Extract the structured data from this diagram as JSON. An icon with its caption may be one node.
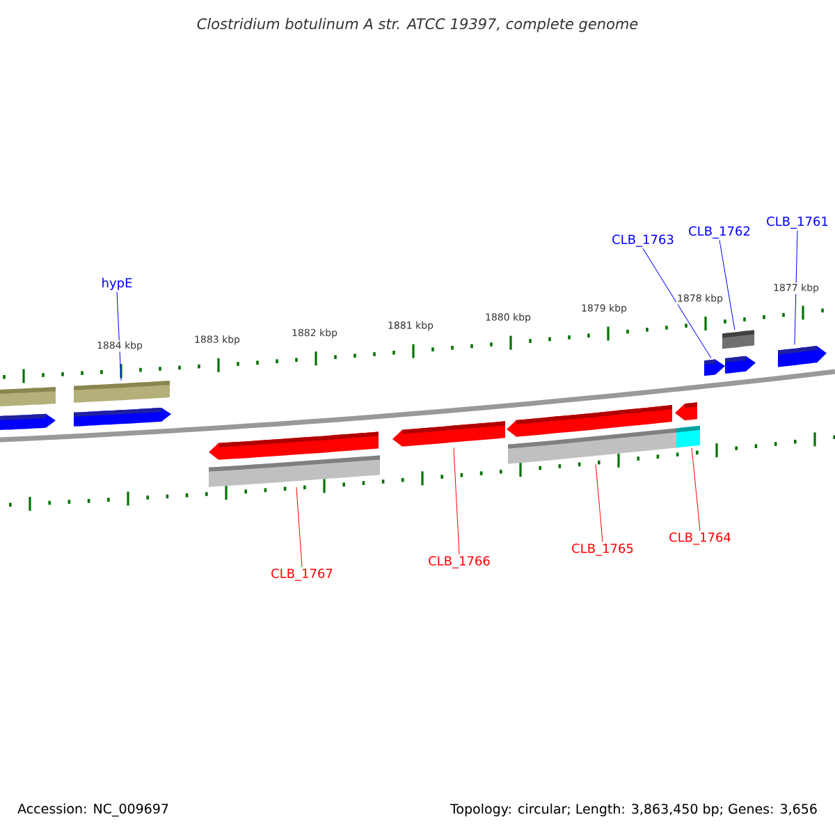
{
  "diagram": {
    "title": "Clostridium botulinum A str. ATCC 19397, complete genome",
    "nodes": [
      {
        "text": [
          "hypE"
        ]
      },
      {
        "text": [
          "CLB_1763"
        ]
      },
      {
        "text": [
          "CLB_1762"
        ]
      },
      {
        "text": [
          "CLB_1761"
        ]
      },
      {
        "text": [
          "CLB_1767"
        ]
      },
      {
        "text": [
          "CLB_1766"
        ]
      },
      {
        "text": [
          "CLB_1765"
        ]
      },
      {
        "text": [
          "CLB_1764"
        ]
      },
      {
        "text": [],
        "shape": "bar"
      },
      {
        "text": [],
        "shape": "bar"
      },
      {
        "text": [],
        "shape": "arrow"
      },
      {
        "text": [],
        "shape": "bar"
      },
      {
        "text": [],
        "shape": "bar"
      },
      {
        "text": [],
        "shape": "arrow"
      },
      {
        "text": [],
        "shape": "bar"
      },
      {
        "text": [],
        "shape": "arrow"
      }
    ],
    "edges": [
      {
        "from": 0,
        "to": 8,
        "arrow": "none",
        "color": "#0000ff"
      },
      {
        "from": 1,
        "to": 13,
        "arrow": "none",
        "color": "#0000ff"
      },
      {
        "from": 2,
        "to": 14,
        "arrow": "none",
        "color": "#0000ff"
      },
      {
        "from": 3,
        "to": 15,
        "arrow": "none",
        "color": "#0000ff"
      },
      {
        "from": 4,
        "to": 9,
        "arrow": "none",
        "color": "#ff0000"
      },
      {
        "from": 5,
        "to": 10,
        "arrow": "none",
        "color": "#ff0000"
      },
      {
        "from": 6,
        "to": 11,
        "arrow": "none",
        "color": "#ff0000"
      },
      {
        "from": 7,
        "to": 12,
        "arrow": "none",
        "color": "#ff0000"
      }
    ],
    "labels": [
      "1884 kbp",
      "1883 kbp",
      "1882 kbp",
      "1881 kbp",
      "1880 kbp",
      "1879 kbp",
      "1878 kbp",
      "1877 kbp",
      "Accession: NC_009697",
      "Topology: circular; Length: 3,863,450 bp; Genes: 3,656"
    ]
  }
}
